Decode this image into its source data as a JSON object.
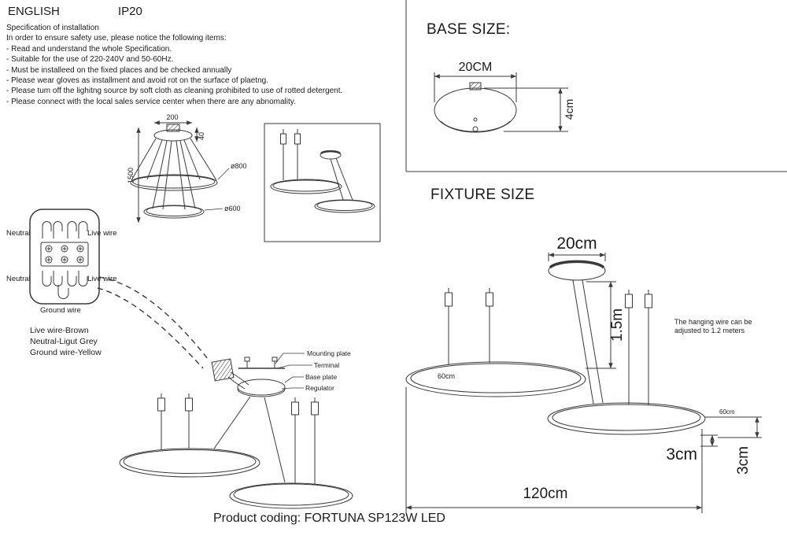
{
  "header": {
    "language": "ENGLISH",
    "ip_rating": "IP20"
  },
  "spec": {
    "title": "Specification of installation",
    "intro": "In order to ensure safety use, please notice the following items:",
    "items": [
      "- Read and understand the whole Specification.",
      "- Suitable for the use of 220-240V and 50-60Hz.",
      "- Must be installeed on the fixed places and be checked annually",
      "- Please wear gloves as installment and avoid rot on the surface of plaetng.",
      "- Please tum off the lighitng source by soft cloth as cleaning prohibited to use of rotted detergent.",
      "- Please connect with the local sales service center when there are any abnomality."
    ]
  },
  "base_size": {
    "title": "BASE SIZE:",
    "width": "20CM",
    "height": "4cm"
  },
  "fixture_size": {
    "title": "FIXTURE SIZE",
    "canopy_width": "20cm",
    "wire_length": "1.5m",
    "ring_left": "60cm",
    "ring_right": "60cm",
    "note": "The hanging wire can be adjusted to 1.2 meters",
    "gap": "3cm",
    "tube_height": "3cm",
    "total_width": "120cm"
  },
  "wiring": {
    "neutral_top": "Neutral",
    "live_top": "Live wire",
    "neutral_bottom": "Neutral",
    "live_bottom": "Live wire",
    "ground": "Ground wire",
    "legend": [
      "Live wire-Brown",
      "Neutral-Ligut Grey",
      "Ground wire-Yellow"
    ]
  },
  "mounting": {
    "labels": [
      "Mounting plate",
      "Terminal",
      "Base plate",
      "Regulator"
    ]
  },
  "small_drawing": {
    "top_width": "200",
    "canopy_height": "40",
    "drop_height": "1500",
    "ring_large": "ø800",
    "ring_small": "ø600"
  },
  "footer": {
    "product_coding": "Product coding: FORTUNA SP123W LED"
  }
}
